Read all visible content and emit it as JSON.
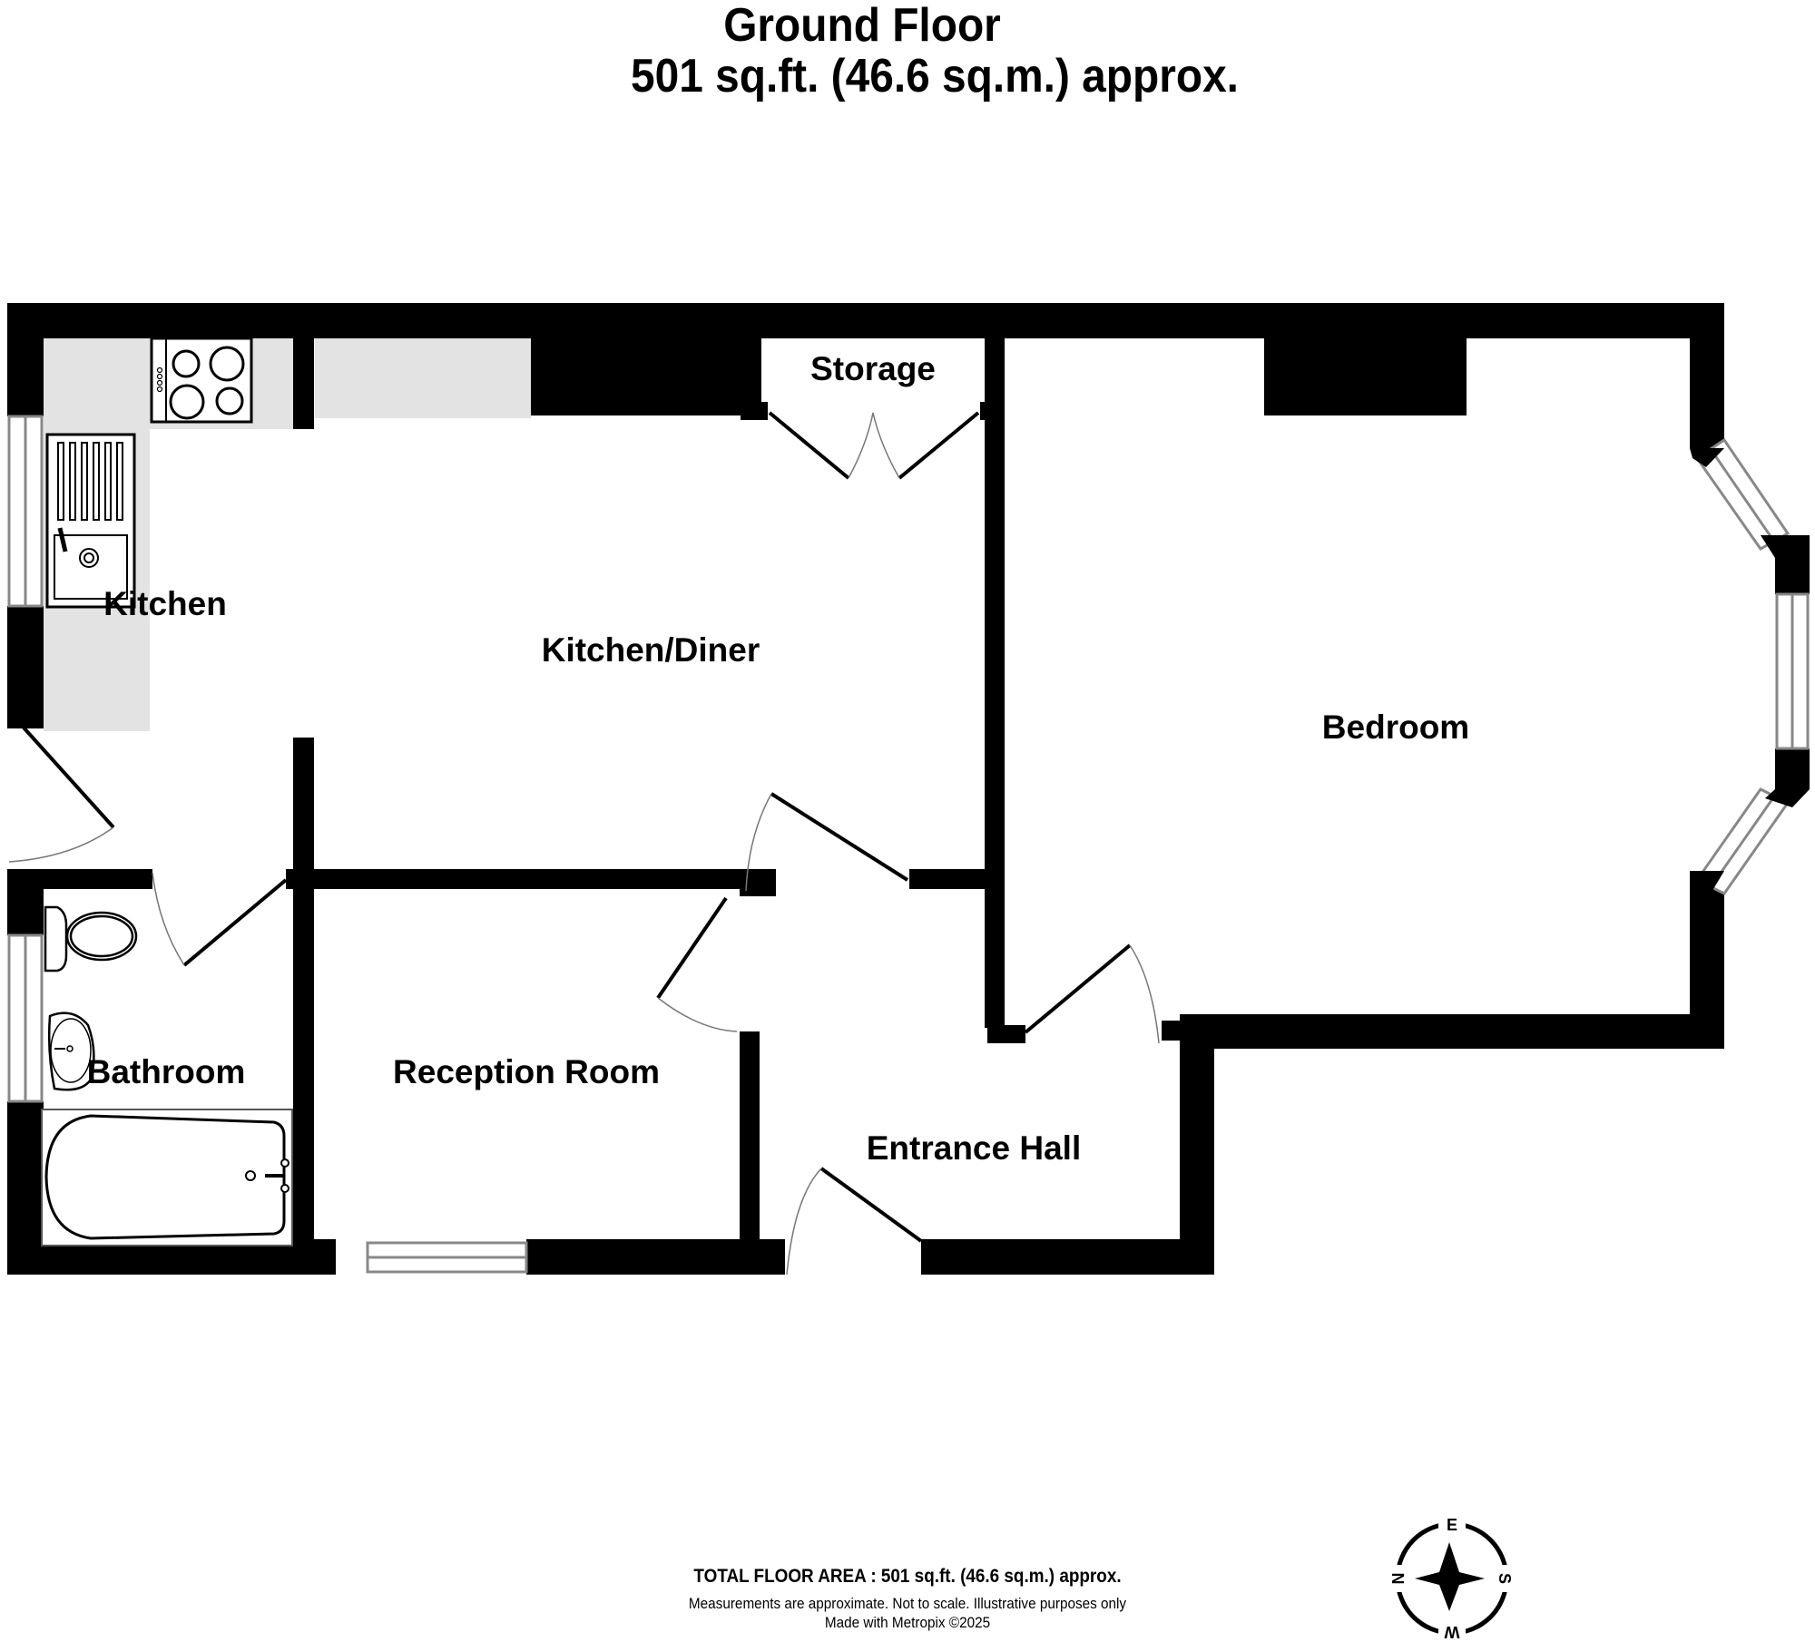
{
  "header": {
    "floor_name": "Ground Floor",
    "floor_area": "501 sq.ft. (46.6 sq.m.) approx."
  },
  "rooms": {
    "storage": "Storage",
    "kitchen": "Kitchen",
    "kitchen_diner": "Kitchen/Diner",
    "bedroom": "Bedroom",
    "bathroom": "Bathroom",
    "reception_room": "Reception Room",
    "entrance_hall": "Entrance Hall"
  },
  "footer": {
    "total_floor_area": "TOTAL FLOOR AREA : 501 sq.ft. (46.6 sq.m.) approx.",
    "disclaimer": "Measurements are approximate.  Not to scale.  Illustrative purposes only",
    "made_with": "Made with Metropix ©2025"
  },
  "compass": {
    "top": "E",
    "right": "S",
    "bottom": "W",
    "left": "N",
    "icon": "compass-rose-icon"
  },
  "colors": {
    "wall": "#000000",
    "worktop": "#e3e3e3",
    "window_line": "#888888",
    "background": "#ffffff"
  }
}
